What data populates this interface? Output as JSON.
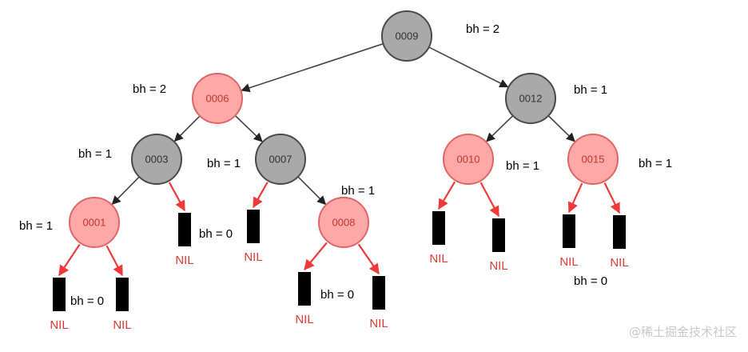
{
  "colors": {
    "black_node_fill": "#a9a9a9",
    "black_node_stroke": "#4a4a4a",
    "black_node_text": "#333333",
    "red_node_fill": "#ffa8a8",
    "red_node_stroke": "#e06666",
    "red_node_text": "#c0392b",
    "tree_edge": "#444444",
    "nil_edge": "#f03a3a",
    "nil_box": "#000000",
    "nil_text": "#e53935"
  },
  "nodes": [
    {
      "id": "n9",
      "label": "0009",
      "color": "black"
    },
    {
      "id": "n6",
      "label": "0006",
      "color": "red"
    },
    {
      "id": "n12",
      "label": "0012",
      "color": "black"
    },
    {
      "id": "n3",
      "label": "0003",
      "color": "black"
    },
    {
      "id": "n7",
      "label": "0007",
      "color": "black"
    },
    {
      "id": "n10",
      "label": "0010",
      "color": "red"
    },
    {
      "id": "n15",
      "label": "0015",
      "color": "red"
    },
    {
      "id": "n1",
      "label": "0001",
      "color": "red"
    },
    {
      "id": "n8",
      "label": "0008",
      "color": "red"
    }
  ],
  "edges": [
    {
      "from": "n9",
      "to": "n6"
    },
    {
      "from": "n9",
      "to": "n12"
    },
    {
      "from": "n6",
      "to": "n3"
    },
    {
      "from": "n6",
      "to": "n7"
    },
    {
      "from": "n12",
      "to": "n10"
    },
    {
      "from": "n12",
      "to": "n15"
    },
    {
      "from": "n3",
      "to": "n1"
    },
    {
      "from": "n7",
      "to": "n8"
    }
  ],
  "nil_text": "NIL",
  "nils": [
    {
      "id": "nil-1l",
      "parent": "n1"
    },
    {
      "id": "nil-1r",
      "parent": "n1"
    },
    {
      "id": "nil-3r",
      "parent": "n3"
    },
    {
      "id": "nil-7l",
      "parent": "n7"
    },
    {
      "id": "nil-8l",
      "parent": "n8"
    },
    {
      "id": "nil-8r",
      "parent": "n8"
    },
    {
      "id": "nil-10l",
      "parent": "n10"
    },
    {
      "id": "nil-10r",
      "parent": "n10"
    },
    {
      "id": "nil-15l",
      "parent": "n15"
    },
    {
      "id": "nil-15r",
      "parent": "n15"
    }
  ],
  "bh_labels": [
    {
      "id": "bh-n9",
      "text": "bh = 2"
    },
    {
      "id": "bh-n6",
      "text": "bh = 2"
    },
    {
      "id": "bh-n12",
      "text": "bh = 1"
    },
    {
      "id": "bh-n3",
      "text": "bh = 1"
    },
    {
      "id": "bh-n7",
      "text": "bh = 1"
    },
    {
      "id": "bh-n8",
      "text": "bh = 1"
    },
    {
      "id": "bh-n10",
      "text": "bh = 1"
    },
    {
      "id": "bh-n15",
      "text": "bh = 1"
    },
    {
      "id": "bh-n1",
      "text": "bh = 1"
    },
    {
      "id": "bh-nil-3",
      "text": "bh = 0"
    },
    {
      "id": "bh-nil-1",
      "text": "bh = 0"
    },
    {
      "id": "bh-nil-8",
      "text": "bh = 0"
    },
    {
      "id": "bh-nil-15",
      "text": "bh = 0"
    }
  ],
  "watermark": "@稀土掘金技术社区"
}
